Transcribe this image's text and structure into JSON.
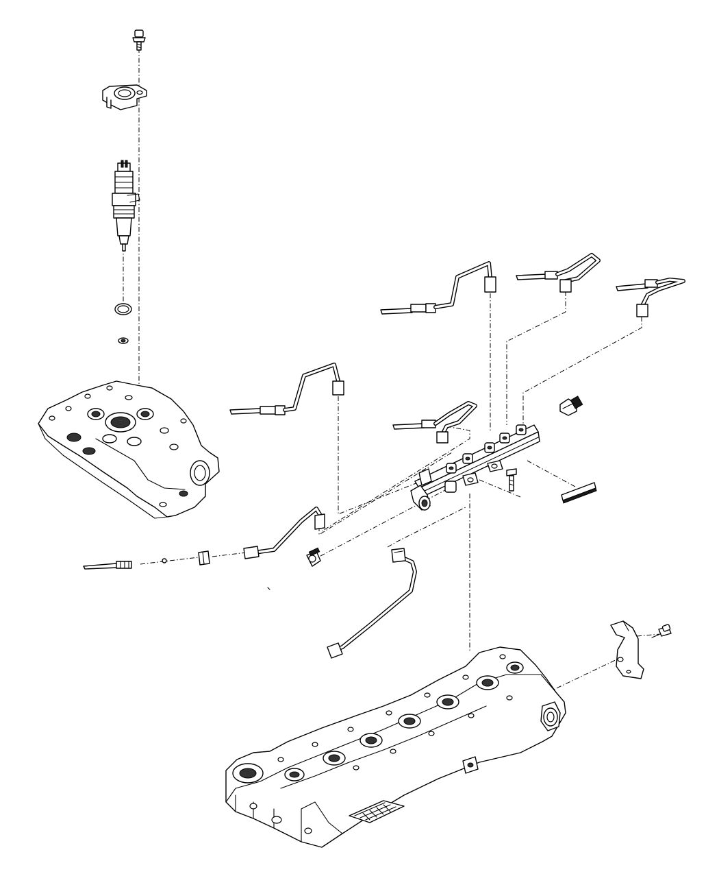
{
  "diagram": {
    "kind": "exploded-parts-view",
    "callout_labels": [],
    "parts": [
      "injector-hold-down-bolt",
      "injector-clamp",
      "fuel-injector",
      "injector-o-ring",
      "injector-seal-washer",
      "cylinder-head-detail",
      "injector-connector-tube",
      "fuel-line-1",
      "fuel-line-2",
      "fuel-line-3",
      "fuel-line-4",
      "fuel-line-5",
      "fuel-line-6",
      "fuel-rail",
      "rail-pressure-sensor",
      "rail-mounting-bolt",
      "fuel-supply-line",
      "fuel-return-fitting",
      "rail-bracket",
      "bracket-bolt",
      "cylinder-head-assembly"
    ]
  }
}
